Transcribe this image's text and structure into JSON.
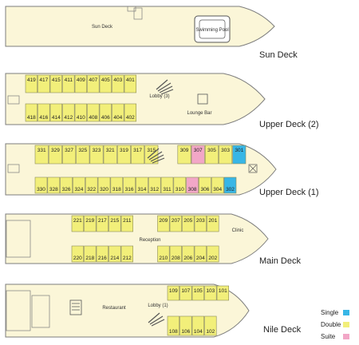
{
  "colors": {
    "hull_fill": "#fbf6d8",
    "hull_stroke": "#7d7d7d",
    "single": "#38b6e6",
    "double": "#f2ef7a",
    "suite": "#f2a7c7",
    "ink": "#222222"
  },
  "legend": [
    {
      "label": "Single",
      "color": "#38b6e6"
    },
    {
      "label": "Double",
      "color": "#f2ef7a"
    },
    {
      "label": "Suite",
      "color": "#f2a7c7"
    }
  ],
  "decks": [
    {
      "id": "sun",
      "label": "Sun Deck",
      "areas": [
        {
          "id": "sun-deck",
          "text": "Sun Deck"
        },
        {
          "id": "swimming-pool",
          "text": "Swimming Pool"
        }
      ],
      "rows": []
    },
    {
      "id": "upper2",
      "label": "Upper Deck (2)",
      "areas": [
        {
          "id": "lobby",
          "text": "Lobby (3)"
        },
        {
          "id": "lounge-bar",
          "text": "Lounge Bar"
        }
      ],
      "rows": [
        [
          {
            "n": "419",
            "t": "double"
          },
          {
            "n": "417",
            "t": "double"
          },
          {
            "n": "415",
            "t": "double"
          },
          {
            "n": "411",
            "t": "double"
          },
          {
            "n": "409",
            "t": "double"
          },
          {
            "n": "407",
            "t": "double"
          },
          {
            "n": "405",
            "t": "double"
          },
          {
            "n": "403",
            "t": "double"
          },
          {
            "n": "401",
            "t": "double"
          }
        ],
        [
          {
            "n": "418",
            "t": "double"
          },
          {
            "n": "416",
            "t": "double"
          },
          {
            "n": "414",
            "t": "double"
          },
          {
            "n": "412",
            "t": "double"
          },
          {
            "n": "410",
            "t": "double"
          },
          {
            "n": "408",
            "t": "double"
          },
          {
            "n": "406",
            "t": "double"
          },
          {
            "n": "404",
            "t": "double"
          },
          {
            "n": "402",
            "t": "double"
          }
        ]
      ]
    },
    {
      "id": "upper1",
      "label": "Upper Deck (1)",
      "areas": [],
      "rows": [
        [
          {
            "n": "331",
            "t": "double"
          },
          {
            "n": "329",
            "t": "double"
          },
          {
            "n": "327",
            "t": "double"
          },
          {
            "n": "325",
            "t": "double"
          },
          {
            "n": "323",
            "t": "double"
          },
          {
            "n": "321",
            "t": "double"
          },
          {
            "n": "319",
            "t": "double"
          },
          {
            "n": "317",
            "t": "double"
          },
          {
            "n": "315",
            "t": "double"
          },
          {
            "n": "309",
            "t": "double"
          },
          {
            "n": "307",
            "t": "suite"
          },
          {
            "n": "305",
            "t": "double"
          },
          {
            "n": "303",
            "t": "double"
          },
          {
            "n": "301",
            "t": "single"
          }
        ],
        [
          {
            "n": "330",
            "t": "double"
          },
          {
            "n": "328",
            "t": "double"
          },
          {
            "n": "326",
            "t": "double"
          },
          {
            "n": "324",
            "t": "double"
          },
          {
            "n": "322",
            "t": "double"
          },
          {
            "n": "320",
            "t": "double"
          },
          {
            "n": "318",
            "t": "double"
          },
          {
            "n": "316",
            "t": "double"
          },
          {
            "n": "314",
            "t": "double"
          },
          {
            "n": "312",
            "t": "double"
          },
          {
            "n": "311",
            "t": "double"
          },
          {
            "n": "310",
            "t": "double"
          },
          {
            "n": "308",
            "t": "suite"
          },
          {
            "n": "306",
            "t": "double"
          },
          {
            "n": "304",
            "t": "double"
          },
          {
            "n": "302",
            "t": "single"
          }
        ]
      ]
    },
    {
      "id": "main",
      "label": "Main Deck",
      "areas": [
        {
          "id": "reception",
          "text": "Reception"
        },
        {
          "id": "clinic",
          "text": "Clinic"
        }
      ],
      "rows": [
        [
          {
            "n": "221",
            "t": "double"
          },
          {
            "n": "219",
            "t": "double"
          },
          {
            "n": "217",
            "t": "double"
          },
          {
            "n": "215",
            "t": "double"
          },
          {
            "n": "211",
            "t": "double"
          },
          {
            "n": "209",
            "t": "double"
          },
          {
            "n": "207",
            "t": "double"
          },
          {
            "n": "205",
            "t": "double"
          },
          {
            "n": "203",
            "t": "double"
          },
          {
            "n": "201",
            "t": "double"
          }
        ],
        [
          {
            "n": "220",
            "t": "double"
          },
          {
            "n": "218",
            "t": "double"
          },
          {
            "n": "216",
            "t": "double"
          },
          {
            "n": "214",
            "t": "double"
          },
          {
            "n": "212",
            "t": "double"
          },
          {
            "n": "210",
            "t": "double"
          },
          {
            "n": "208",
            "t": "double"
          },
          {
            "n": "206",
            "t": "double"
          },
          {
            "n": "204",
            "t": "double"
          },
          {
            "n": "202",
            "t": "double"
          }
        ]
      ]
    },
    {
      "id": "nile",
      "label": "Nile Deck",
      "areas": [
        {
          "id": "restaurant",
          "text": "Restaurant"
        },
        {
          "id": "lobby",
          "text": "Lobby (1)"
        }
      ],
      "rows": [
        [
          {
            "n": "109",
            "t": "double"
          },
          {
            "n": "107",
            "t": "double"
          },
          {
            "n": "105",
            "t": "double"
          },
          {
            "n": "103",
            "t": "double"
          },
          {
            "n": "101",
            "t": "double"
          }
        ],
        [
          {
            "n": "108",
            "t": "double"
          },
          {
            "n": "106",
            "t": "double"
          },
          {
            "n": "104",
            "t": "double"
          },
          {
            "n": "102",
            "t": "double"
          }
        ]
      ]
    }
  ]
}
